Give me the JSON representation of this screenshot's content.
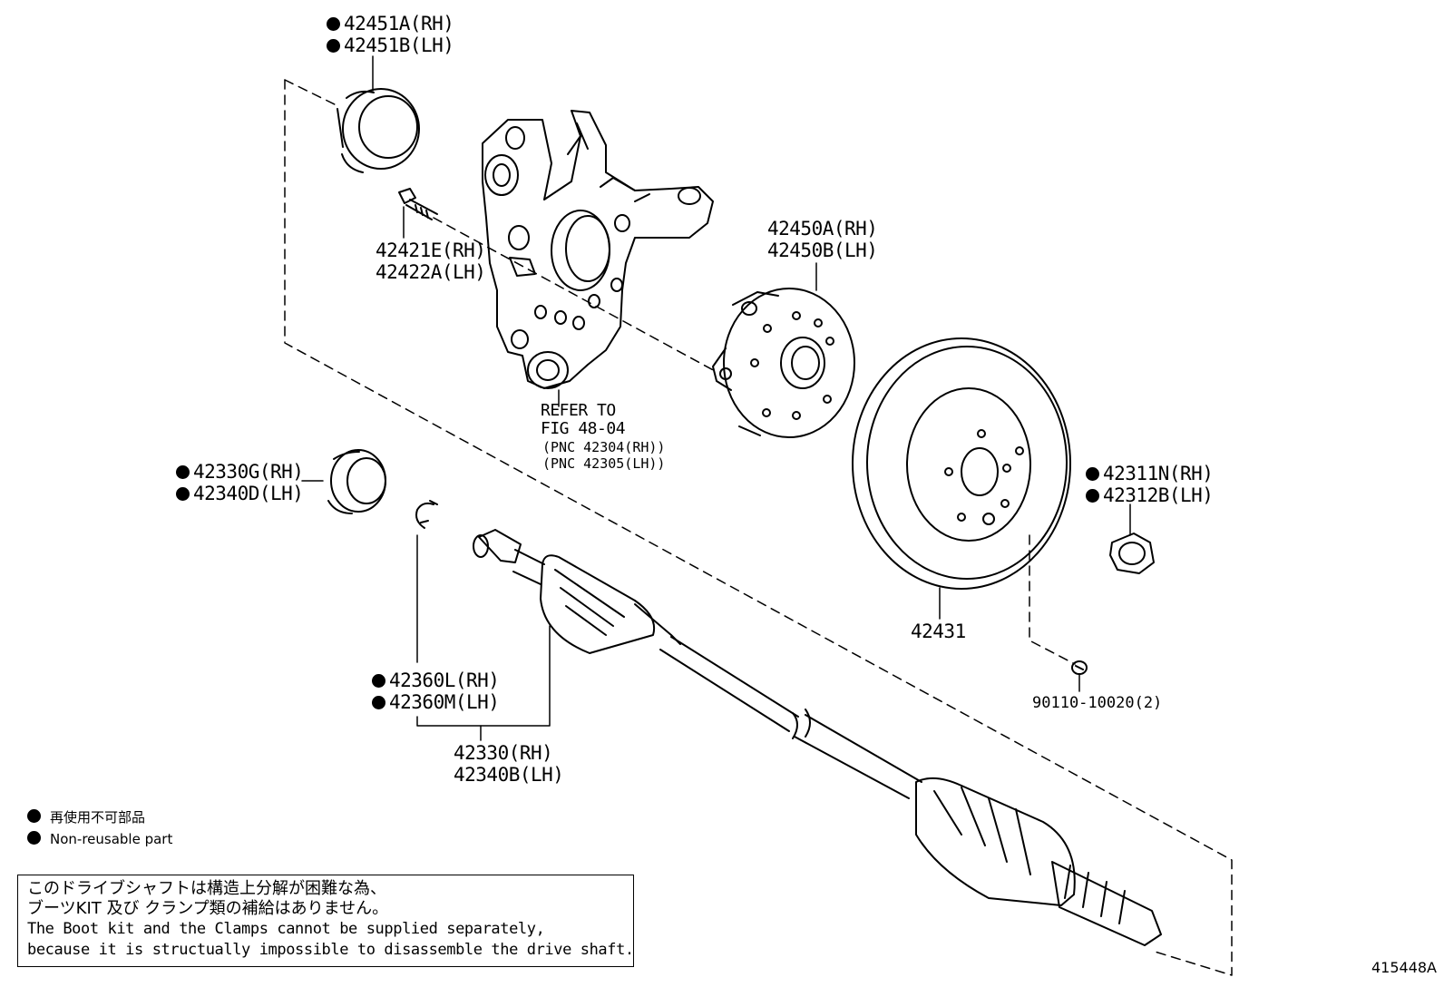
{
  "labels": {
    "oil_seal_upper": [
      "42451A(RH)",
      "42451B(LH)"
    ],
    "bolt": [
      "42421E(RH)",
      "42422A(LH)"
    ],
    "hub": [
      "42450A(RH)",
      "42450B(LH)"
    ],
    "refer": [
      "REFER TO",
      "FIG 48-04"
    ],
    "refer_pnc": [
      "(PNC 42304(RH))",
      "(PNC 42305(LH))"
    ],
    "inner_seal": [
      "42330G(RH)",
      "42340D(LH)"
    ],
    "nut": [
      "42311N(RH)",
      "42312B(LH)"
    ],
    "rotor": "42431",
    "clip": [
      "42360L(RH)",
      "42360M(LH)"
    ],
    "driveshaft": [
      "42330(RH)",
      "42340B(LH)"
    ],
    "screw": "90110-10020(2)"
  },
  "legend": {
    "jp": "再使用不可部品",
    "en": "Non-reusable part"
  },
  "note": {
    "jp_line1": "このドライブシャフトは構造上分解が困難な為、",
    "jp_line2": "ブーツKIT 及び クランプ類の補給はありません。",
    "en_line1": "The Boot kit and the Clamps cannot be supplied separately,",
    "en_line2": "because it is structually impossible to disassemble the drive shaft."
  },
  "figure_id": "415448A",
  "icons": {
    "non_reusable_marker": "filled-circle-icon"
  }
}
